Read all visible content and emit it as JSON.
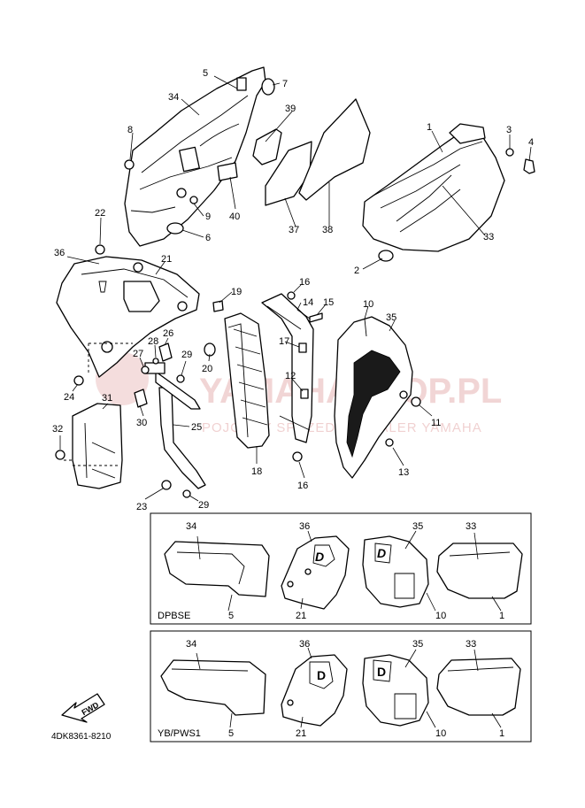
{
  "diagram_code": "4DK8361-8210",
  "watermark": {
    "text": "YAMAHASHOP.PL",
    "subtext": "POJCONY SPRZEDAŻ DEALER YAMAHA"
  },
  "fwd_label": "FWD",
  "main_labels": {
    "p1": "1",
    "p2": "2",
    "p3": "3",
    "p4": "4",
    "p5": "5",
    "p6": "6",
    "p7": "7",
    "p8": "8",
    "p9": "9",
    "p10": "10",
    "p11": "11",
    "p12": "12",
    "p13": "13",
    "p14": "14",
    "p15": "15",
    "p16a": "16",
    "p16b": "16",
    "p17": "17",
    "p18": "18",
    "p19": "19",
    "p20": "20",
    "p21": "21",
    "p22": "22",
    "p23": "23",
    "p24": "24",
    "p25": "25",
    "p26": "26",
    "p27": "27",
    "p28": "28",
    "p29a": "29",
    "p29b": "29",
    "p30": "30",
    "p31": "31",
    "p32": "32",
    "p33": "33",
    "p34": "34",
    "p35": "35",
    "p36": "36",
    "p37": "37",
    "p38": "38",
    "p39": "39",
    "p40": "40"
  },
  "variant_boxes": [
    {
      "name": "DPBSE",
      "labels": {
        "a34": "34",
        "a36": "36",
        "a35": "35",
        "a33": "33",
        "b5": "5",
        "b21": "21",
        "b10": "10",
        "b1": "1"
      }
    },
    {
      "name": "YB/PWS1",
      "labels": {
        "a34": "34",
        "a36": "36",
        "a35": "35",
        "a33": "33",
        "b5": "5",
        "b21": "21",
        "b10": "10",
        "b1": "1"
      }
    }
  ]
}
